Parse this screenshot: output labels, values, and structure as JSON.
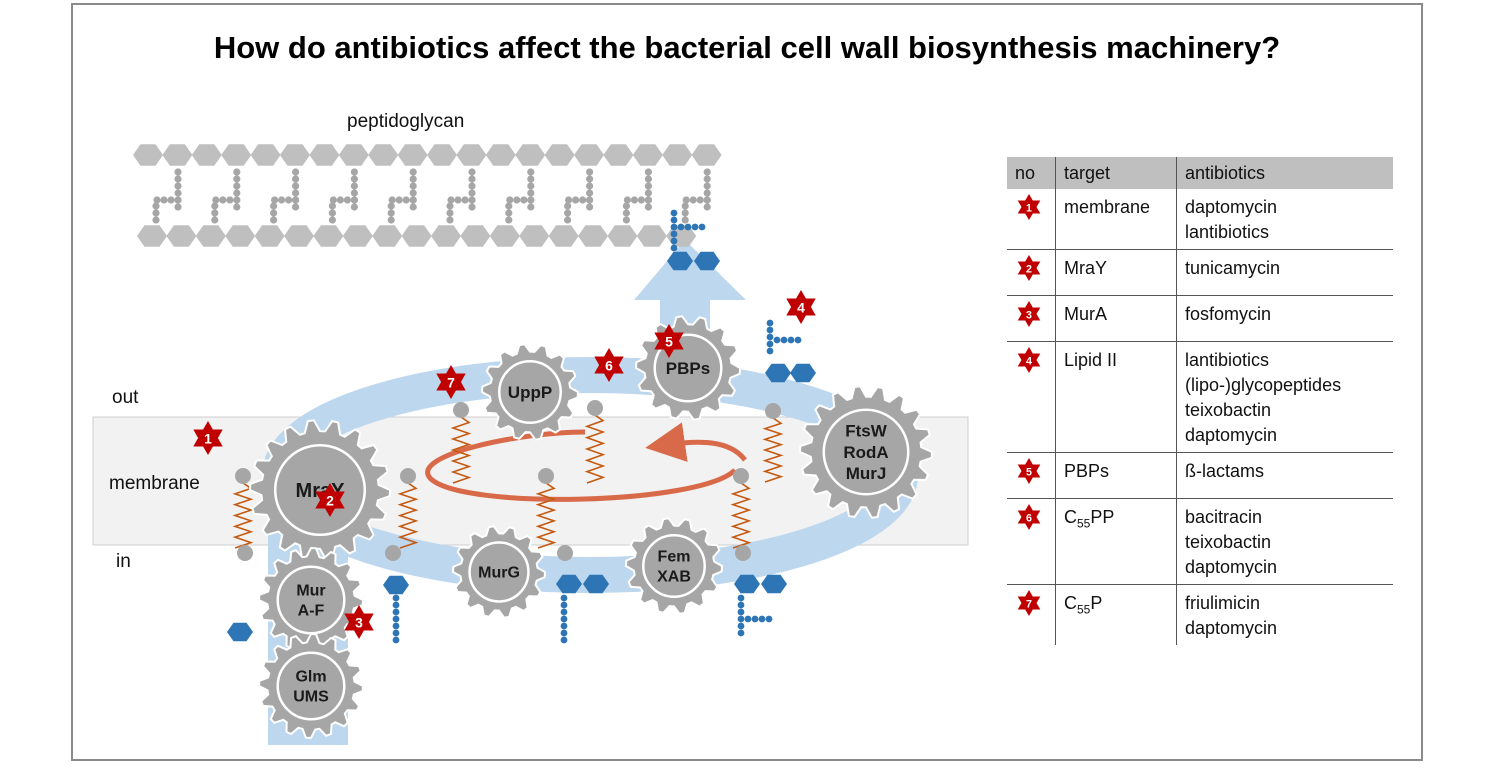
{
  "title": "How do antibiotics affect the bacterial cell wall biosynthesis machinery?",
  "labels": {
    "peptidoglycan": "peptidoglycan",
    "out": "out",
    "membrane": "membrane",
    "in": "in"
  },
  "gears": {
    "mray": "MraY",
    "uppp": "UppP",
    "pbps": "PBPs",
    "ftsw_1": "FtsW",
    "ftsw_2": "RodA",
    "ftsw_3": "MurJ",
    "mur_1": "Mur",
    "mur_2": "A-F",
    "glm_1": "Glm",
    "glm_2": "UMS",
    "murg": "MurG",
    "fem_1": "Fem",
    "fem_2": "XAB"
  },
  "stars": {
    "s1": "1",
    "s2": "2",
    "s3": "3",
    "s4": "4",
    "s5": "5",
    "s6": "6",
    "s7": "7"
  },
  "colors": {
    "star": "#c00000",
    "gear": "#a6a6a6",
    "arrow": "#bdd7ee",
    "hexagon_blue": "#2e75b6",
    "lipid": "#c55a11",
    "cycle_arrow": "#d86a4a",
    "membrane": "#f2f2f2"
  },
  "table": {
    "headers": {
      "no": "no",
      "target": "target",
      "antibiotics": "antibiotics"
    },
    "rows": [
      {
        "no": "1",
        "target": "membrane",
        "antibiotics": [
          "daptomycin",
          "lantibiotics"
        ]
      },
      {
        "no": "2",
        "target": "MraY",
        "antibiotics": [
          "tunicamycin"
        ]
      },
      {
        "no": "3",
        "target": "MurA",
        "antibiotics": [
          "fosfomycin"
        ]
      },
      {
        "no": "4",
        "target": "Lipid II",
        "antibiotics": [
          "lantibiotics",
          "(lipo-)glycopeptides",
          "teixobactin",
          "daptomycin"
        ]
      },
      {
        "no": "5",
        "target": "PBPs",
        "antibiotics": [
          "ß-lactams"
        ]
      },
      {
        "no": "6",
        "target_base": "C",
        "target_sub": "55",
        "target_tail": "PP",
        "antibiotics": [
          "bacitracin",
          "teixobactin",
          "daptomycin"
        ]
      },
      {
        "no": "7",
        "target_base": "C",
        "target_sub": "55",
        "target_tail": "P",
        "antibiotics": [
          "friulimicin",
          "daptomycin"
        ]
      }
    ]
  }
}
